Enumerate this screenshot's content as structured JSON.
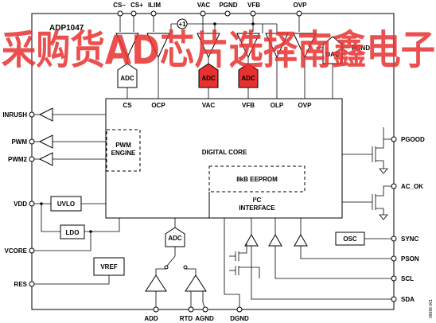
{
  "part_number": "ADP1047",
  "pins_top": [
    "CS–",
    "CS+",
    "ILIM",
    "VAC",
    "PGND",
    "VFB",
    "OVP"
  ],
  "pins_left": [
    "INRUSH",
    "PWM",
    "PWM2",
    "VDD",
    "VCORE",
    "RES"
  ],
  "pins_right": [
    "PGOOD",
    "AC_OK",
    "SYNC",
    "PSON",
    "SCL",
    "SDA"
  ],
  "pins_bottom": [
    "ADD",
    "RTD",
    "AGND",
    "DGND"
  ],
  "dac_pgnd": "PGND",
  "blocks": {
    "digital_core": "DIGITAL CORE",
    "pwm_engine_line1": "PWM",
    "pwm_engine_line2": "ENGINE",
    "eeprom": "8kB EEPROM",
    "i2c_line1": "I²C",
    "i2c_line2": "INTERFACE",
    "uvlo": "UVLO",
    "ldo": "LDO",
    "vref": "VREF",
    "osc": "OSC",
    "dac": "DAC",
    "adc": "ADC"
  },
  "core_inputs": [
    "CS",
    "OCP",
    "VAC",
    "VFB",
    "OLP",
    "OVP"
  ],
  "watermark": "采购货AD芯片选择南鑫电子",
  "figure_code": "09696-001",
  "colors": {
    "watermark": "#e8302f",
    "adc_highlight": "#e8302f"
  }
}
